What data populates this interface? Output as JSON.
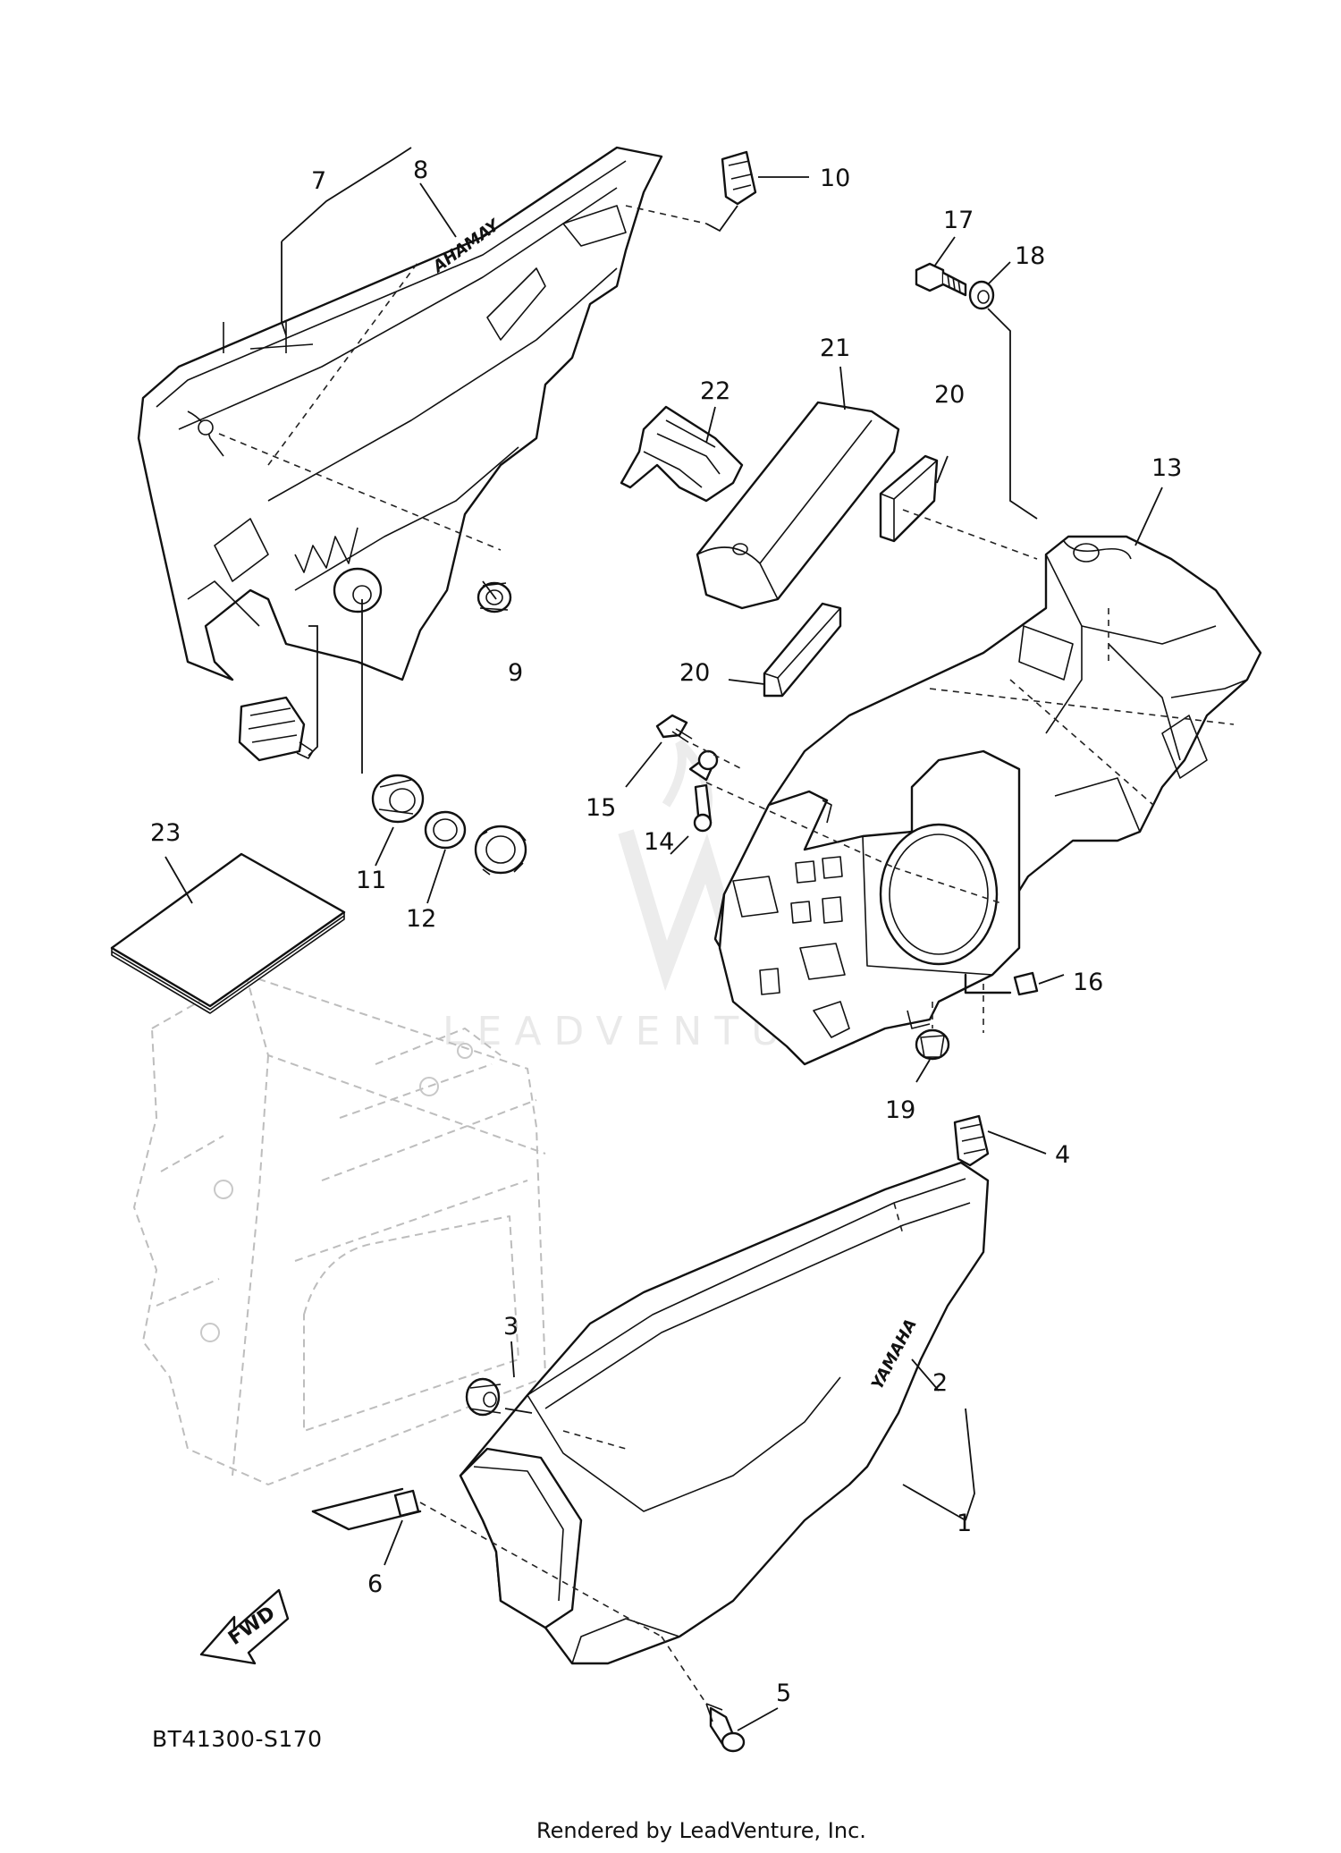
{
  "diagram": {
    "code": "BT41300-S170",
    "credit": "Rendered by LeadVenture, Inc.",
    "watermark": "LEADVENTURE",
    "fwd_label": "FWD",
    "brand_top": "AHAMAY",
    "brand_bottom": "YAMAHA",
    "callouts": [
      "1",
      "2",
      "3",
      "4",
      "5",
      "6",
      "7",
      "8",
      "9",
      "10",
      "11",
      "12",
      "13",
      "14",
      "15",
      "16",
      "17",
      "18",
      "19",
      "20",
      "20",
      "21",
      "22",
      "23"
    ]
  }
}
